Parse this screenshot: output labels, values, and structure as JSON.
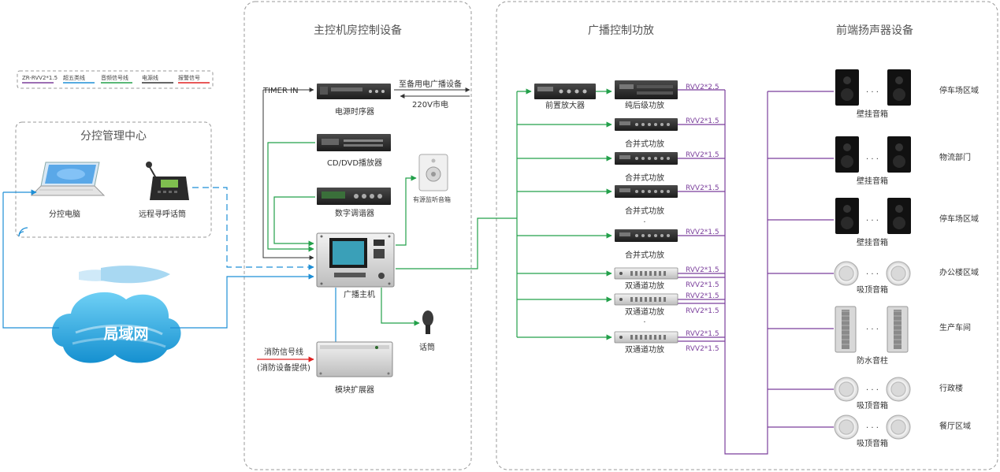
{
  "legend": {
    "items": [
      {
        "label": "ZR-RVV2*1.5",
        "color": "#7b3f9c"
      },
      {
        "label": "超五类线",
        "color": "#1e8fd6"
      },
      {
        "label": "音频信号线",
        "color": "#23a04a"
      },
      {
        "label": "电源线",
        "color": "#333333"
      },
      {
        "label": "报警信号",
        "color": "#e02020"
      }
    ]
  },
  "colors": {
    "purple": "#7b3f9c",
    "blue": "#1e8fd6",
    "green": "#23a04a",
    "black": "#333333",
    "red": "#e02020"
  },
  "sub_center": {
    "title": "分控管理中心",
    "laptop_label": "分控电脑",
    "mic_label": "远程寻呼话筒"
  },
  "network": {
    "label": "局域网"
  },
  "control_room": {
    "title": "主控机房控制设备",
    "timer_in": "TIMER IN",
    "backup_label": "至备用电广播设备",
    "mains_label": "220V市电",
    "sequencer": "电源时序器",
    "dvd": "CD/DVD播放器",
    "tuner": "数字调谐器",
    "monitor_speaker": "有源监听音箱",
    "host": "广播主机",
    "microphone": "话筒",
    "fire_signal": "消防信号线",
    "fire_note": "(消防设备提供)",
    "expander": "模块扩展器"
  },
  "amplifiers": {
    "title": "广播控制功放",
    "preamp": "前置放大器",
    "power_amp": "纯后级功放",
    "units": [
      {
        "label": "合并式功放",
        "cable": "RVV2*1.5"
      },
      {
        "label": "合并式功放",
        "cable": "RVV2*1.5"
      },
      {
        "label": "合并式功放",
        "cable": "RVV2*1.5"
      },
      {
        "label": "合并式功放",
        "cable": "RVV2*1.5"
      },
      {
        "label": "双通道功放",
        "cable": "RVV2*1.5",
        "cable2": "RVV2*1.5"
      },
      {
        "label": "双通道功放",
        "cable": "RVV2*1.5",
        "cable2": "RVV2*1.5"
      },
      {
        "label": "双通道功放",
        "cable": "RVV2*1.5",
        "cable2": "RVV2*1.5"
      }
    ],
    "main_cable": "RVV2*2.5"
  },
  "speakers": {
    "title": "前端扬声器设备",
    "groups": [
      {
        "device": "壁挂音箱",
        "zone": "停车场区域",
        "kind": "wall"
      },
      {
        "device": "壁挂音箱",
        "zone": "物流部门",
        "kind": "wall"
      },
      {
        "device": "壁挂音箱",
        "zone": "停车场区域",
        "kind": "wall"
      },
      {
        "device": "吸顶音箱",
        "zone": "办公楼区域",
        "kind": "ceiling"
      },
      {
        "device": "防水音柱",
        "zone": "生产车间",
        "kind": "column"
      },
      {
        "device": "吸顶音箱",
        "zone": "行政楼",
        "kind": "ceiling"
      },
      {
        "device": "吸顶音箱",
        "zone": "餐厅区域",
        "kind": "ceiling"
      }
    ],
    "ellipsis": "· · ·"
  }
}
